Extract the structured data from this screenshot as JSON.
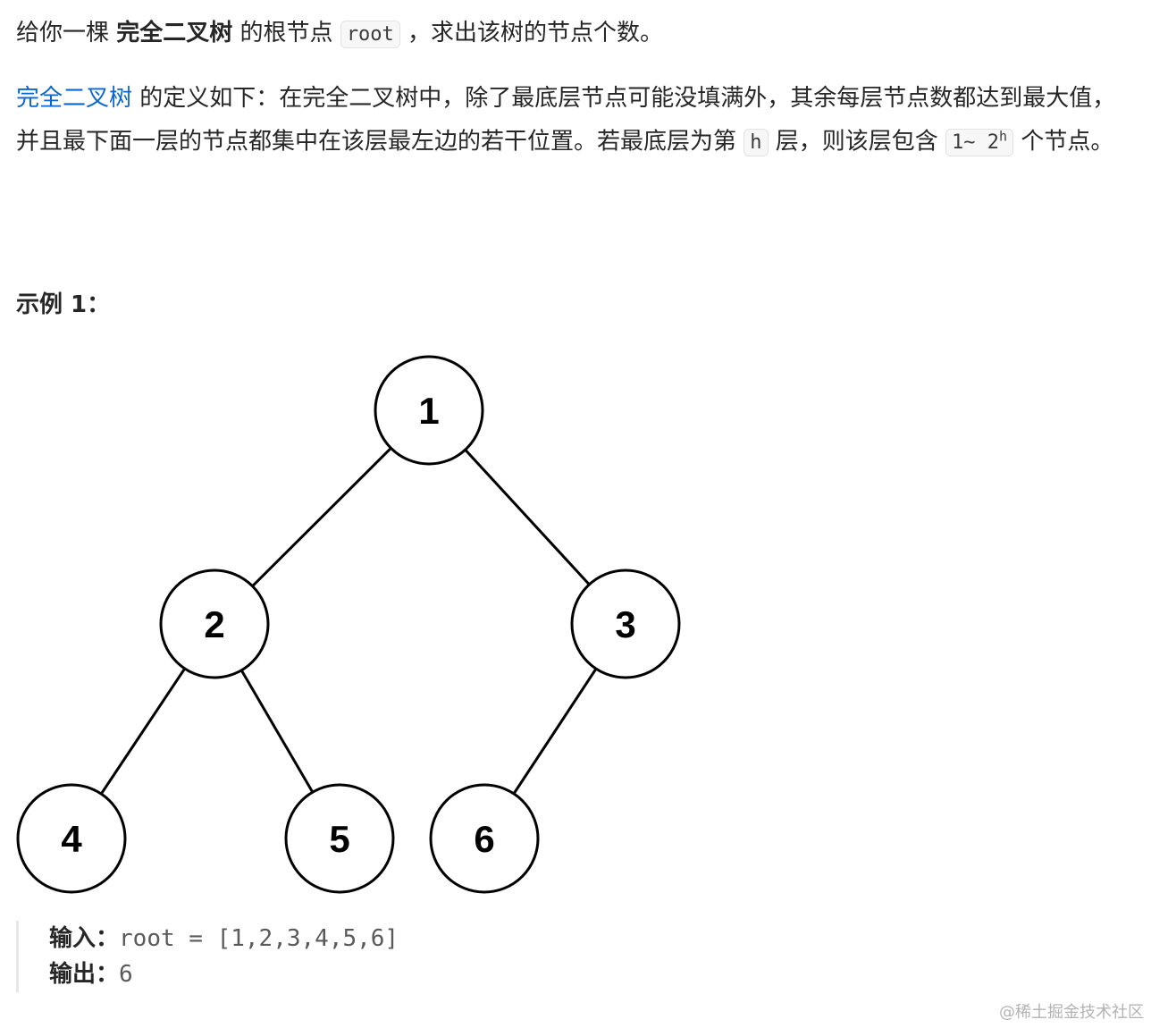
{
  "intro": {
    "prefix": "给你一棵 ",
    "term": "完全二叉树",
    "middle": " 的根节点 ",
    "code": "root",
    "suffix": " ，求出该树的节点个数。"
  },
  "definition": {
    "link": "完全二叉树",
    "text_1": " 的定义如下：在完全二叉树中，除了最底层节点可能没填满外，其余每层节点数都达到最大值，并且最下面一层的节点都集中在该层最左边的若干位置。若最底层为第 ",
    "code_h": "h",
    "text_2": " 层，则该层包含 ",
    "range_code": "1~ 2",
    "range_sup": "h",
    "text_3": " 个节点。"
  },
  "example": {
    "title": "示例 1：",
    "tree": {
      "nodes": [
        {
          "id": "1",
          "label": "1",
          "level": 0,
          "slot": 0
        },
        {
          "id": "2",
          "label": "2",
          "level": 1,
          "slot": 0
        },
        {
          "id": "3",
          "label": "3",
          "level": 1,
          "slot": 1
        },
        {
          "id": "4",
          "label": "4",
          "level": 2,
          "slot": 0
        },
        {
          "id": "5",
          "label": "5",
          "level": 2,
          "slot": 1
        },
        {
          "id": "6",
          "label": "6",
          "level": 2,
          "slot": 2
        }
      ],
      "edges": [
        {
          "from": "1",
          "to": "2"
        },
        {
          "from": "1",
          "to": "3"
        },
        {
          "from": "2",
          "to": "4"
        },
        {
          "from": "2",
          "to": "5"
        },
        {
          "from": "3",
          "to": "6"
        }
      ]
    },
    "input_label": "输入：",
    "input_value": "root = [1,2,3,4,5,6]",
    "output_label": "输出：",
    "output_value": "6"
  },
  "watermark": "@稀土掘金技术社区"
}
